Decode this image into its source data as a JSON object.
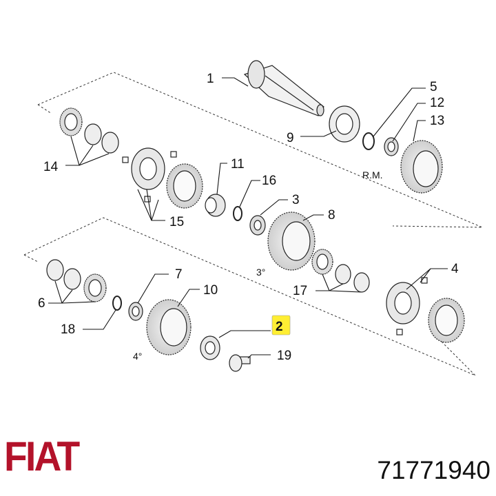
{
  "diagram": {
    "part_numbers": [
      "1",
      "2",
      "3",
      "4",
      "5",
      "6",
      "7",
      "8",
      "9",
      "10",
      "11",
      "12",
      "13",
      "14",
      "15",
      "16",
      "17",
      "18",
      "19"
    ],
    "highlighted_part": "2",
    "annotations": {
      "reverse": "R.M.",
      "third": "3°",
      "fourth": "4°"
    }
  },
  "brand": {
    "logo_text": "FIAT",
    "color": "#b3122a"
  },
  "part_number": "71771940",
  "colors": {
    "highlight": "#ffee33",
    "line": "#111111"
  }
}
